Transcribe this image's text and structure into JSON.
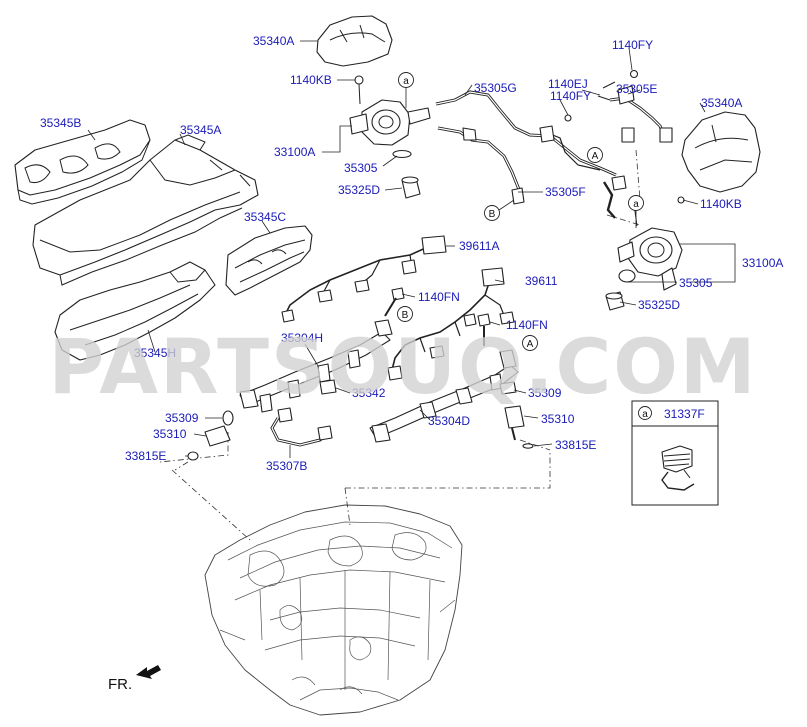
{
  "watermark": "PARTSOUQ.COM",
  "orientation": "FR.",
  "labels": {
    "l_35340A_top": "35340A",
    "l_1140FY_top": "1140FY",
    "l_1140KB_left": "1140KB",
    "l_35305G": "35305G",
    "l_1140EJ": "1140EJ",
    "l_1140FY_mid": "1140FY",
    "l_35305E": "35305E",
    "l_35340A_right": "35340A",
    "l_35345B": "35345B",
    "l_35345A": "35345A",
    "l_33100A_left": "33100A",
    "l_35305_left": "35305",
    "l_35325D_left": "35325D",
    "l_35305F": "35305F",
    "l_1140KB_right": "1140KB",
    "l_35345C": "35345C",
    "l_39611A": "39611A",
    "l_33100A_right": "33100A",
    "l_35305_right": "35305",
    "l_39611": "39611",
    "l_1140FN_a": "1140FN",
    "l_35325D_right": "35325D",
    "l_1140FN_b": "1140FN",
    "l_35345H": "35345H",
    "l_35304H": "35304H",
    "l_35342": "35342",
    "l_35309_right": "35309",
    "l_35309_left": "35309",
    "l_35310_left": "35310",
    "l_35304D": "35304D",
    "l_35310_right": "35310",
    "l_33815E_right": "33815E",
    "l_33815E_left": "33815E",
    "l_35307B": "35307B"
  },
  "callouts": {
    "a_pump_left": "a",
    "a_pump_right": "a",
    "A_line": "A",
    "A_rail": "A",
    "B_line": "B",
    "B_rail": "B"
  },
  "legend": {
    "key": "a",
    "part_number": "31337F"
  }
}
